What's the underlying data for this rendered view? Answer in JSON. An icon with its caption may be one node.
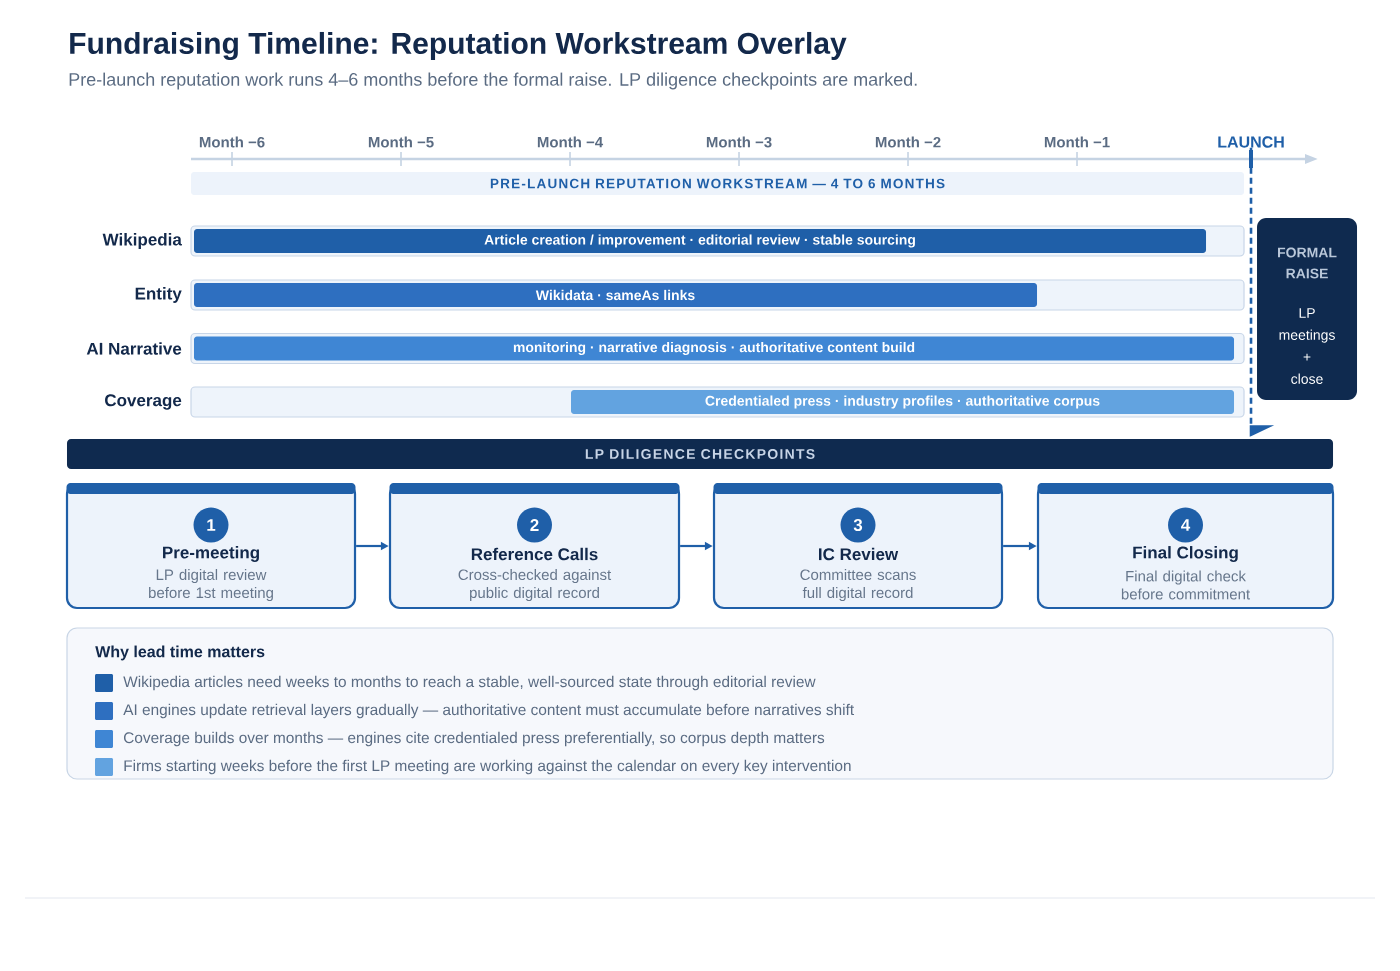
{
  "diagram": {
    "title": "Fundraising Timeline: Reputation Workstream Overlay",
    "caption": "Pre-launch reputation work runs 4–6 months before the formal raise. LP diligence checkpoints are marked.",
    "nodes": [
      {
        "text": [
          "LAUNCH"
        ]
      },
      {
        "text": [
          "PRE-LAUNCH REPUTATION WORKSTREAM — 4 TO 6 MONTHS"
        ]
      },
      {
        "text": [
          "Wikipedia"
        ]
      },
      {
        "text": [
          "Article creation / improvement · editorial review · stable sourcing"
        ],
        "in": 2
      },
      {
        "text": [
          "Entity"
        ]
      },
      {
        "text": [
          "Wikidata · sameAs links"
        ],
        "in": 4
      },
      {
        "text": [
          "AI Narrative"
        ]
      },
      {
        "text": [
          "monitoring · narrative diagnosis · authoritative content build"
        ],
        "in": 6
      },
      {
        "text": [
          "Coverage"
        ]
      },
      {
        "text": [
          "Credentialed press · industry profiles · authoritative corpus"
        ],
        "in": 8
      },
      {
        "text": [
          "FORMAL RAISE",
          "LP meetings + close"
        ]
      },
      {
        "text": [
          "LP DILIGENCE CHECKPOINTS"
        ]
      },
      {
        "text": [
          "1",
          "Pre-meeting",
          "LP digital review before 1st meeting"
        ]
      },
      {
        "text": [
          "2",
          "Reference Calls",
          "Cross-checked against public digital record"
        ]
      },
      {
        "text": [
          "3",
          "IC Review",
          "Committee scans full digital record"
        ]
      },
      {
        "text": [
          "4",
          "Final Closing",
          "Final digital check before commitment"
        ]
      }
    ],
    "edges": [
      {
        "from": 0,
        "to": 11,
        "arrow": "to",
        "style": "dashed"
      },
      {
        "from": 12,
        "to": 13,
        "arrow": "to"
      },
      {
        "from": 13,
        "to": 14,
        "arrow": "to"
      },
      {
        "from": 14,
        "to": 15,
        "arrow": "to"
      }
    ],
    "labels": [
      "Month −6",
      "Month −5",
      "Month −4",
      "Month −3",
      "Month −2",
      "Month −1",
      "Why lead time matters"
    ],
    "legend": [
      {
        "text": "Wikipedia articles need weeks to months to reach a stable, well-sourced state through editorial review",
        "color": "#1f5fa8"
      },
      {
        "text": "AI engines update retrieval layers gradually — authoritative content must accumulate before narratives shift",
        "color": "#2e6fc0"
      },
      {
        "text": "Coverage builds over months — engines cite credentialed press preferentially, so corpus depth matters",
        "color": "#3f86d4"
      },
      {
        "text": "Firms starting weeks before the first LP meeting are working against the calendar on every key intervention",
        "color": "#62a3e0"
      }
    ]
  }
}
